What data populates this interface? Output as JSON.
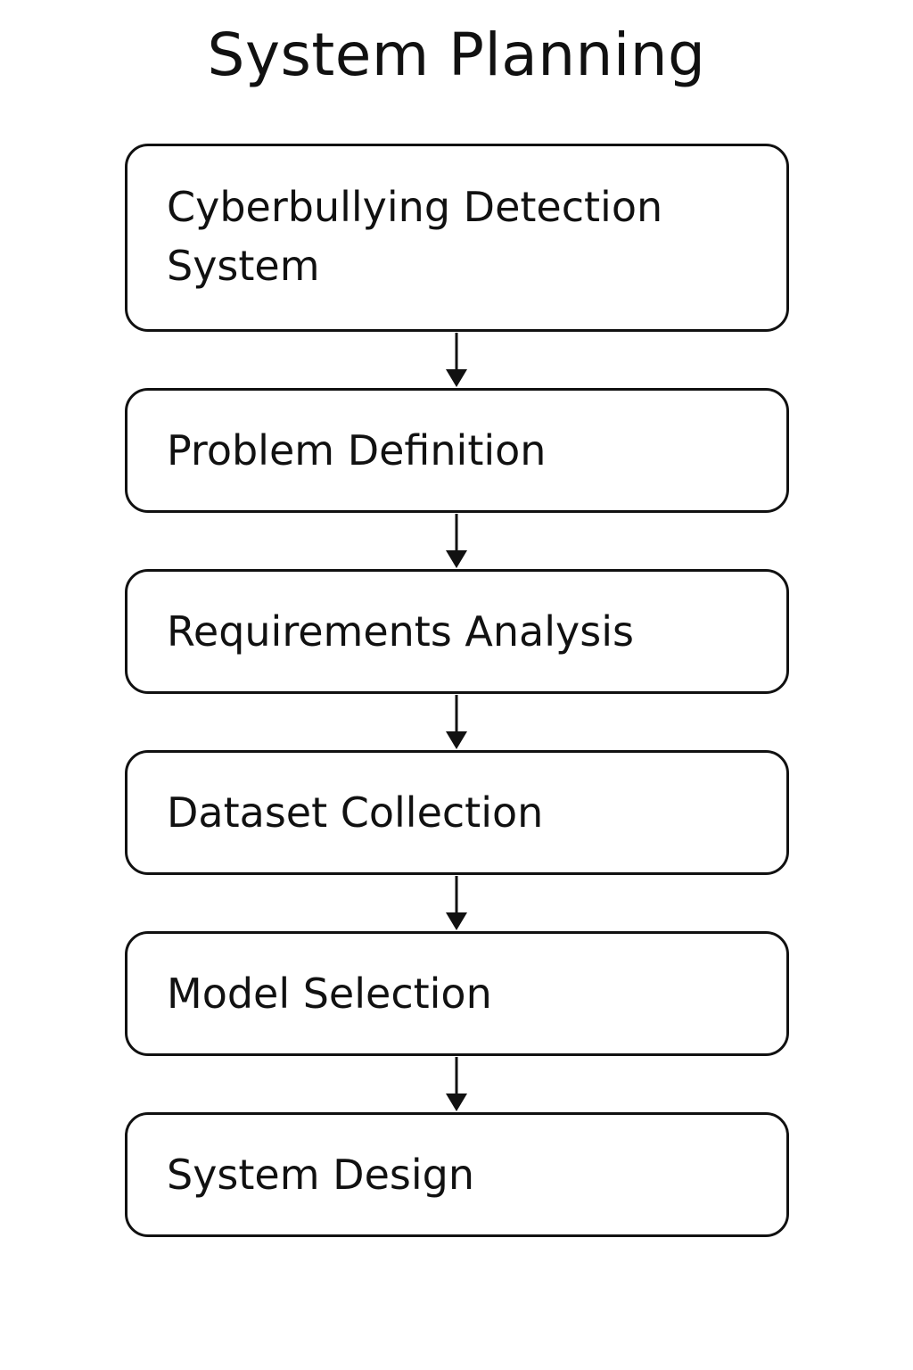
{
  "title": "System Planning",
  "steps": [
    {
      "label": "Cyberbullying Detection System"
    },
    {
      "label": "Problem Definition"
    },
    {
      "label": "Requirements Analysis"
    },
    {
      "label": "Dataset Collection"
    },
    {
      "label": "Model Selection"
    },
    {
      "label": "System Design"
    }
  ],
  "colors": {
    "stroke": "#111111",
    "background": "#ffffff",
    "text": "#111111"
  }
}
